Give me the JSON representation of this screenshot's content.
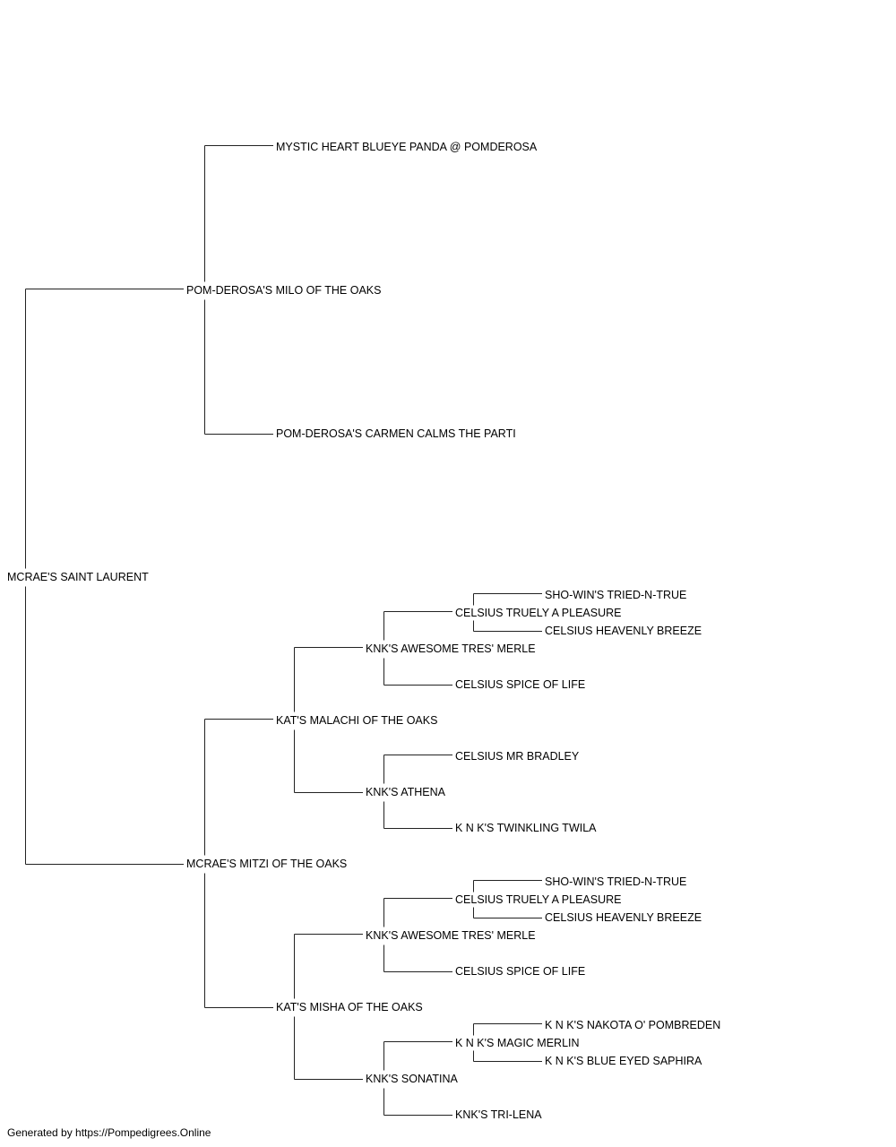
{
  "pedigree": {
    "name": "MCRAE'S SAINT LAURENT",
    "sire": {
      "name": "POM-DEROSA'S MILO OF THE OAKS",
      "sire": {
        "name": "MYSTIC HEART BLUEYE PANDA @ POMDEROSA"
      },
      "dam": {
        "name": "POM-DEROSA'S CARMEN CALMS THE PARTI"
      }
    },
    "dam": {
      "name": "MCRAE'S MITZI OF THE OAKS",
      "sire": {
        "name": "KAT'S MALACHI OF THE OAKS",
        "sire": {
          "name": "KNK'S AWESOME TRES' MERLE",
          "sire": {
            "name": "CELSIUS TRUELY A PLEASURE",
            "sire": {
              "name": "SHO-WIN'S TRIED-N-TRUE"
            },
            "dam": {
              "name": "CELSIUS HEAVENLY BREEZE"
            }
          },
          "dam": {
            "name": "CELSIUS SPICE OF LIFE"
          }
        },
        "dam": {
          "name": "KNK'S ATHENA",
          "sire": {
            "name": "CELSIUS MR BRADLEY"
          },
          "dam": {
            "name": "K N K'S TWINKLING TWILA"
          }
        }
      },
      "dam": {
        "name": "KAT'S MISHA OF THE OAKS",
        "sire": {
          "name": "KNK'S AWESOME TRES' MERLE",
          "sire": {
            "name": "CELSIUS TRUELY A PLEASURE",
            "sire": {
              "name": "SHO-WIN'S TRIED-N-TRUE"
            },
            "dam": {
              "name": "CELSIUS HEAVENLY BREEZE"
            }
          },
          "dam": {
            "name": "CELSIUS SPICE OF LIFE"
          }
        },
        "dam": {
          "name": "KNK'S SONATINA",
          "sire": {
            "name": "K N K'S MAGIC MERLIN",
            "sire": {
              "name": "K N K'S NAKOTA O' POMBREDEN"
            },
            "dam": {
              "name": "K N K'S BLUE EYED SAPHIRA"
            }
          },
          "dam": {
            "name": "KNK'S TRI-LENA"
          }
        }
      }
    }
  },
  "footer": "Generated by https://Pompedigrees.Online"
}
